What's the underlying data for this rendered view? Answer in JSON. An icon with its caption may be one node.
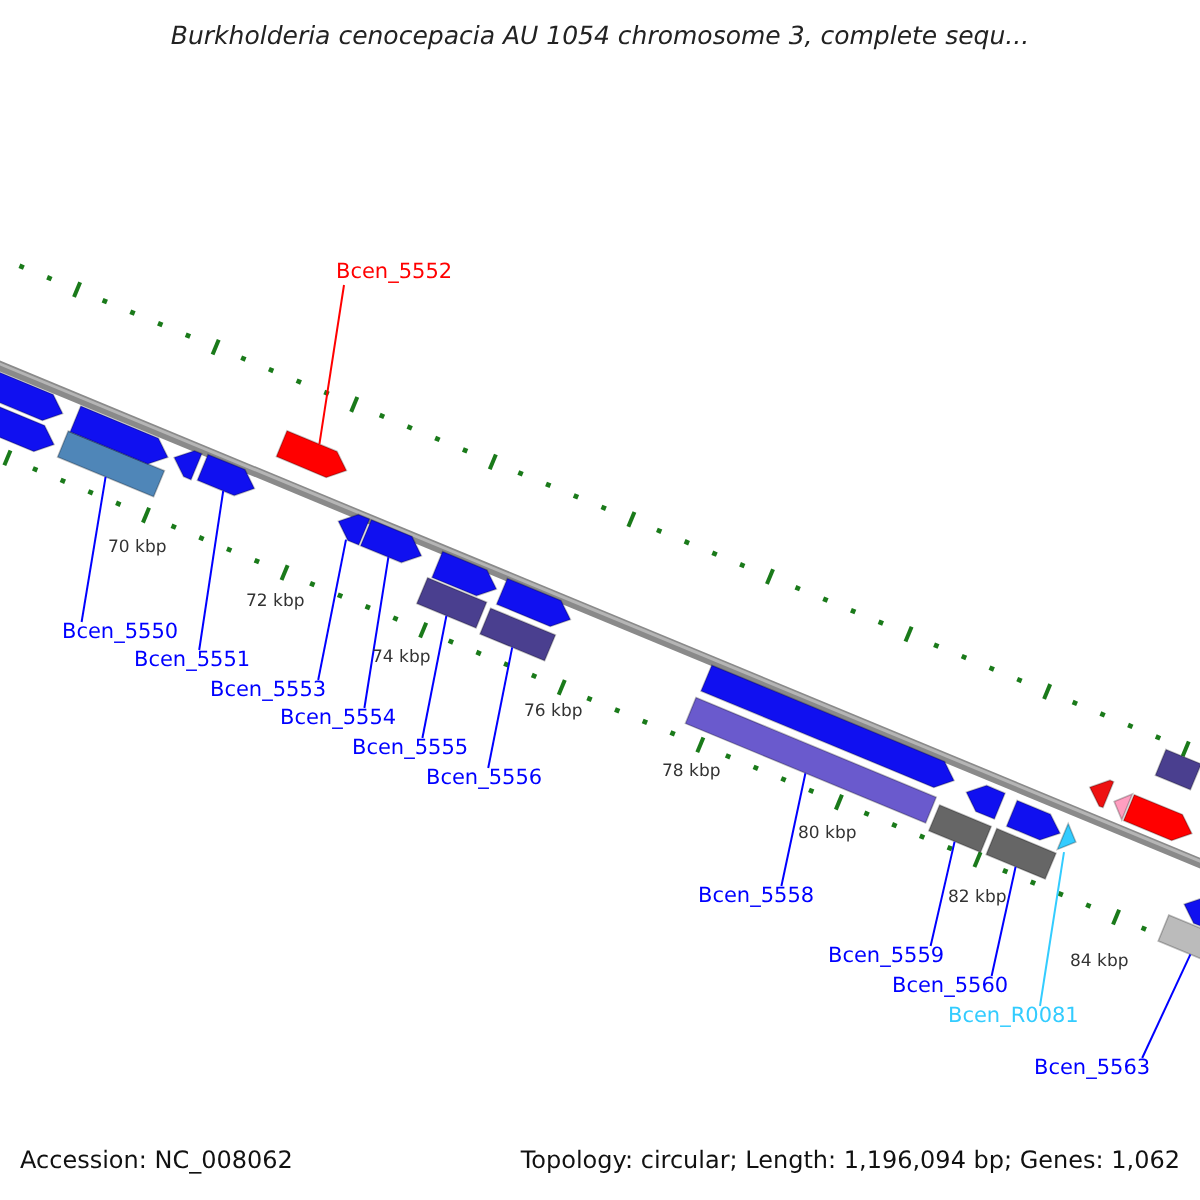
{
  "diagram": {
    "title": "Burkholderia cenocepacia AU 1054 chromosome 3, complete sequ...",
    "nodes": [
      {
        "text": [
          "Bcen_5552"
        ]
      },
      {
        "text": [
          "Bcen_5550"
        ]
      },
      {
        "text": [
          "Bcen_5551"
        ]
      },
      {
        "text": [
          "Bcen_5553"
        ]
      },
      {
        "text": [
          "Bcen_5554"
        ]
      },
      {
        "text": [
          "Bcen_5555"
        ]
      },
      {
        "text": [
          "Bcen_5556"
        ]
      },
      {
        "text": [
          "Bcen_5558"
        ]
      },
      {
        "text": [
          "Bcen_5559"
        ]
      },
      {
        "text": [
          "Bcen_5560"
        ]
      },
      {
        "text": [
          "Bcen_R0081"
        ]
      },
      {
        "text": [
          "Bcen_5563"
        ]
      },
      {
        "text": [],
        "shape": "pentagon"
      },
      {
        "text": [],
        "shape": "pentagon"
      },
      {
        "text": [],
        "shape": "bar"
      },
      {
        "text": [],
        "shape": "pentagon"
      },
      {
        "text": [],
        "shape": "pentagon"
      },
      {
        "text": [],
        "shape": "pentagon"
      },
      {
        "text": [],
        "shape": "pentagon"
      },
      {
        "text": [],
        "shape": "pentagon"
      },
      {
        "text": [],
        "shape": "pentagon"
      },
      {
        "text": [],
        "shape": "bar"
      },
      {
        "text": [],
        "shape": "pentagon"
      },
      {
        "text": [],
        "shape": "bar"
      },
      {
        "text": [],
        "shape": "pentagon"
      },
      {
        "text": [],
        "shape": "bar"
      },
      {
        "text": [],
        "shape": "pentagon"
      },
      {
        "text": [],
        "shape": "bar"
      },
      {
        "text": [],
        "shape": "pentagon"
      },
      {
        "text": [],
        "shape": "bar"
      },
      {
        "text": [],
        "shape": "pentagon"
      },
      {
        "text": [],
        "shape": "triangle"
      },
      {
        "text": [],
        "shape": "pentagon"
      },
      {
        "text": [],
        "shape": "pentagon"
      },
      {
        "text": [],
        "shape": "bar"
      },
      {
        "text": [],
        "shape": "pentagon"
      },
      {
        "text": [],
        "shape": "bar"
      },
      {
        "text": [],
        "shape": "pentagon"
      }
    ],
    "edges": [
      {
        "from": 0,
        "to": 18,
        "arrow": "none",
        "color": "#ff0000"
      },
      {
        "from": 1,
        "to": 14,
        "arrow": "none"
      },
      {
        "from": 2,
        "to": 17,
        "arrow": "none"
      },
      {
        "from": 3,
        "to": 19,
        "arrow": "none"
      },
      {
        "from": 4,
        "to": 20,
        "arrow": "none"
      },
      {
        "from": 5,
        "to": 21,
        "arrow": "none"
      },
      {
        "from": 6,
        "to": 23,
        "arrow": "none"
      },
      {
        "from": 7,
        "to": 25,
        "arrow": "none"
      },
      {
        "from": 8,
        "to": 27,
        "arrow": "none"
      },
      {
        "from": 9,
        "to": 29,
        "arrow": "none"
      },
      {
        "from": 10,
        "to": 31,
        "arrow": "none",
        "color": "#33ccff"
      },
      {
        "from": 11,
        "to": 36,
        "arrow": "none"
      }
    ],
    "labels": [
      "70 kbp",
      "72 kbp",
      "74 kbp",
      "76 kbp",
      "78 kbp",
      "80 kbp",
      "82 kbp",
      "84 kbp",
      "Accession: NC_008062",
      "Topology: circular; Length: 1,196,094 bp; Genes: 1,062"
    ]
  }
}
